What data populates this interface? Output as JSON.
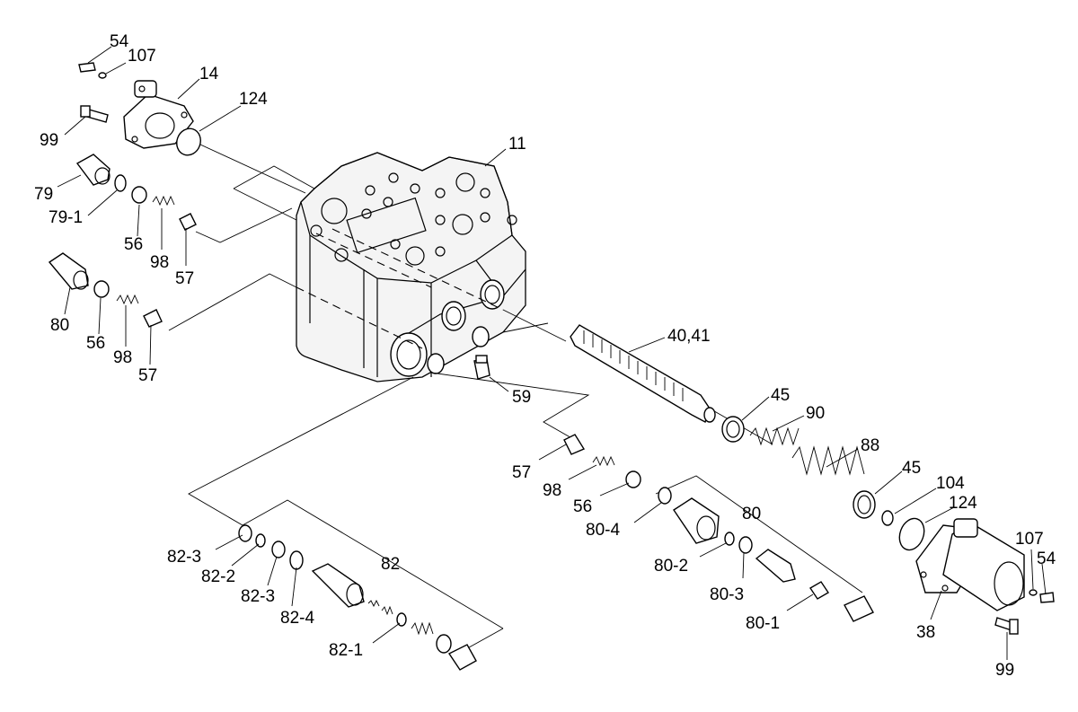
{
  "labels": {
    "l54a": "54",
    "l107a": "107",
    "l14": "14",
    "l124a": "124",
    "l99a": "99",
    "l11": "11",
    "l79": "79",
    "l791": "79-1",
    "l56a": "56",
    "l98a": "98",
    "l57a": "57",
    "l80a": "80",
    "l56b": "56",
    "l98b": "98",
    "l57b": "57",
    "l4041": "40,41",
    "l59": "59",
    "l45a": "45",
    "l90": "90",
    "l88": "88",
    "l45b": "45",
    "l104": "104",
    "l124b": "124",
    "l57c": "57",
    "l98c": "98",
    "l56c": "56",
    "l804": "80-4",
    "l80b": "80",
    "l802": "80-2",
    "l803": "80-3",
    "l801": "80-1",
    "l107b": "107",
    "l54b": "54",
    "l38": "38",
    "l99b": "99",
    "l823a": "82-3",
    "l822": "82-2",
    "l82": "82",
    "l823b": "82-3",
    "l824": "82-4",
    "l821": "82-1"
  }
}
